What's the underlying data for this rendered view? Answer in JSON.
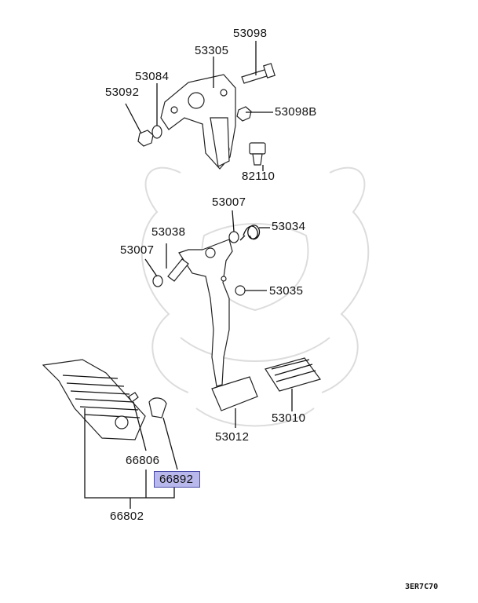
{
  "diagram": {
    "labels": {
      "p53098": "53098",
      "p53305": "53305",
      "p53084": "53084",
      "p53092": "53092",
      "p53098b": "53098B",
      "p82110": "82110",
      "p53007a": "53007",
      "p53034": "53034",
      "p53038": "53038",
      "p53007b": "53007",
      "p53035": "53035",
      "p53010": "53010",
      "p53012": "53012",
      "p66806": "66806",
      "p66892": "66892",
      "p66802": "66802"
    },
    "highlighted_part": "66892",
    "highlight_color": "#b9b8ec",
    "code": "3ER7C70"
  }
}
